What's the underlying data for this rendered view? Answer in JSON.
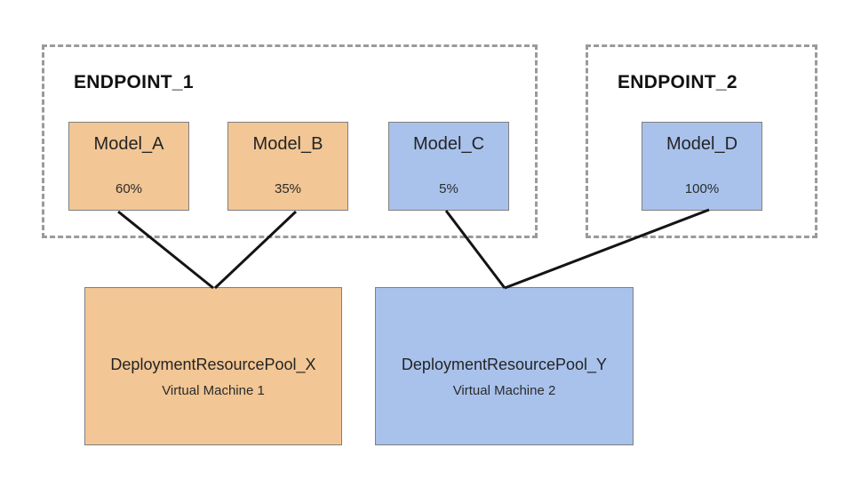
{
  "endpoints": [
    {
      "label": "ENDPOINT_1",
      "models": [
        {
          "name": "Model_A",
          "traffic": "60%"
        },
        {
          "name": "Model_B",
          "traffic": "35%"
        },
        {
          "name": "Model_C",
          "traffic": "5%"
        }
      ]
    },
    {
      "label": "ENDPOINT_2",
      "models": [
        {
          "name": "Model_D",
          "traffic": "100%"
        }
      ]
    }
  ],
  "pools": [
    {
      "name": "DeploymentResourcePool_X",
      "vm": "Virtual Machine 1"
    },
    {
      "name": "DeploymentResourcePool_Y",
      "vm": "Virtual Machine 2"
    }
  ],
  "connections": [
    {
      "from": "Model_A",
      "to": "DeploymentResourcePool_X"
    },
    {
      "from": "Model_B",
      "to": "DeploymentResourcePool_X"
    },
    {
      "from": "Model_C",
      "to": "DeploymentResourcePool_Y"
    },
    {
      "from": "Model_D",
      "to": "DeploymentResourcePool_Y"
    }
  ],
  "colors": {
    "model_orange_fill": "#f2c695",
    "model_blue_fill": "#a9c2ec",
    "box_border": "#7f7f7f",
    "endpoint_dashed_border": "#9a9a9a",
    "connector_line": "#141414",
    "text": "#1b1b1b",
    "background": "#ffffff"
  }
}
